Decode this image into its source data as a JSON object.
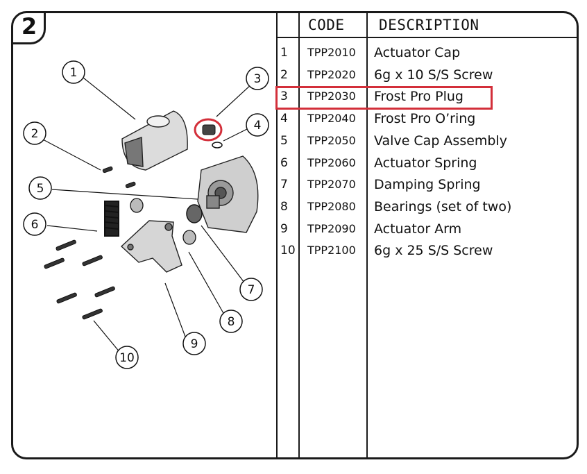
{
  "page_number": "2",
  "table": {
    "header": {
      "code": "CODE",
      "description": "DESCRIPTION"
    },
    "rows": [
      {
        "no": "1",
        "code": "TPP2010",
        "description": "Actuator Cap"
      },
      {
        "no": "2",
        "code": "TPP2020",
        "description": "6g x 10 S/S Screw"
      },
      {
        "no": "3",
        "code": "TPP2030",
        "description": "Frost Pro Plug"
      },
      {
        "no": "4",
        "code": "TPP2040",
        "description": "Frost Pro O’ring"
      },
      {
        "no": "5",
        "code": "TPP2050",
        "description": "Valve Cap Assembly"
      },
      {
        "no": "6",
        "code": "TPP2060",
        "description": "Actuator Spring"
      },
      {
        "no": "7",
        "code": "TPP2070",
        "description": "Damping Spring"
      },
      {
        "no": "8",
        "code": "TPP2080",
        "description": "Bearings (set of two)"
      },
      {
        "no": "9",
        "code": "TPP2090",
        "description": "Actuator Arm"
      },
      {
        "no": "10",
        "code": "TPP2100",
        "description": "6g x 25 S/S Screw"
      }
    ]
  },
  "highlight_color": "#d32f3a",
  "callouts": [
    "1",
    "2",
    "3",
    "4",
    "5",
    "6",
    "7",
    "8",
    "9",
    "10"
  ]
}
